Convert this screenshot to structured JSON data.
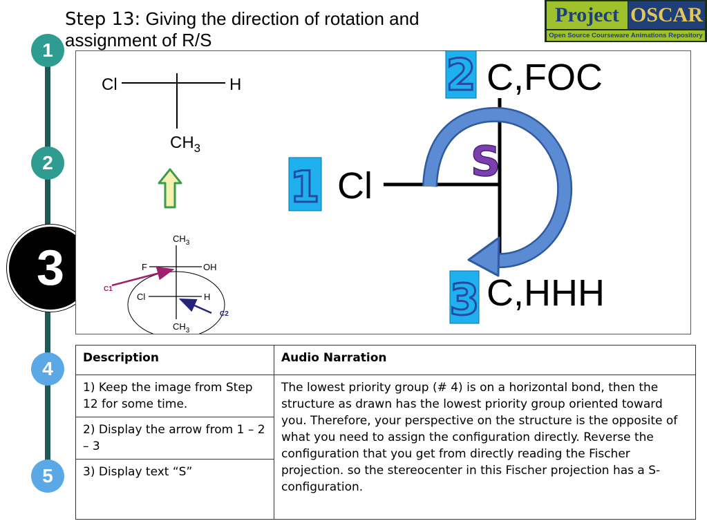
{
  "header": {
    "step_prefix": "Step 13:",
    "step_title": "Giving the direction of rotation and assignment of R/S"
  },
  "logo": {
    "word1": "Project",
    "word2": "OSCAR",
    "tagline": "Open Source Courseware Animations Repository"
  },
  "timeline": {
    "steps": [
      "1",
      "2",
      "3",
      "4",
      "5"
    ],
    "active_step": "3",
    "colors": {
      "done": "#2e9c90",
      "active": "#000000",
      "todo": "#5aa9e6",
      "line": "#1f5a5a"
    }
  },
  "diagram": {
    "top_left_structure": {
      "left": "Cl",
      "right": "H",
      "bottom": "CH",
      "bottom_sub": "3"
    },
    "arrow_icon": "up-arrow-icon",
    "fischer": {
      "top": "CH",
      "top_sub": "3",
      "row1_left": "F",
      "row1_right": "OH",
      "row2_left": "Cl",
      "row2_right": "H",
      "bottom": "CH",
      "bottom_sub": "3",
      "label_c1": "C1",
      "label_c2": "C2"
    },
    "big_projection": {
      "priority_1": "1",
      "priority_2": "2",
      "priority_3": "3",
      "top_group": "C,FOC",
      "left_group": "Cl",
      "bottom_group": "C,HHH",
      "configuration": "S"
    }
  },
  "table": {
    "headers": [
      "Description",
      "Audio Narration"
    ],
    "descriptions": [
      "1) Keep the image from Step 12 for some time.",
      "2) Display the arrow from 1 – 2 – 3",
      "3) Display text “S”"
    ],
    "narration": "The lowest priority group (# 4) is on a horizontal bond, then the structure as drawn has the lowest priority group oriented toward you. Therefore, your perspective on the structure is the opposite of what you need to assign the configuration directly. Reverse the configuration that you get from directly reading the Fischer projection. so the stereocenter in this Fischer projection has a S- configuration."
  }
}
